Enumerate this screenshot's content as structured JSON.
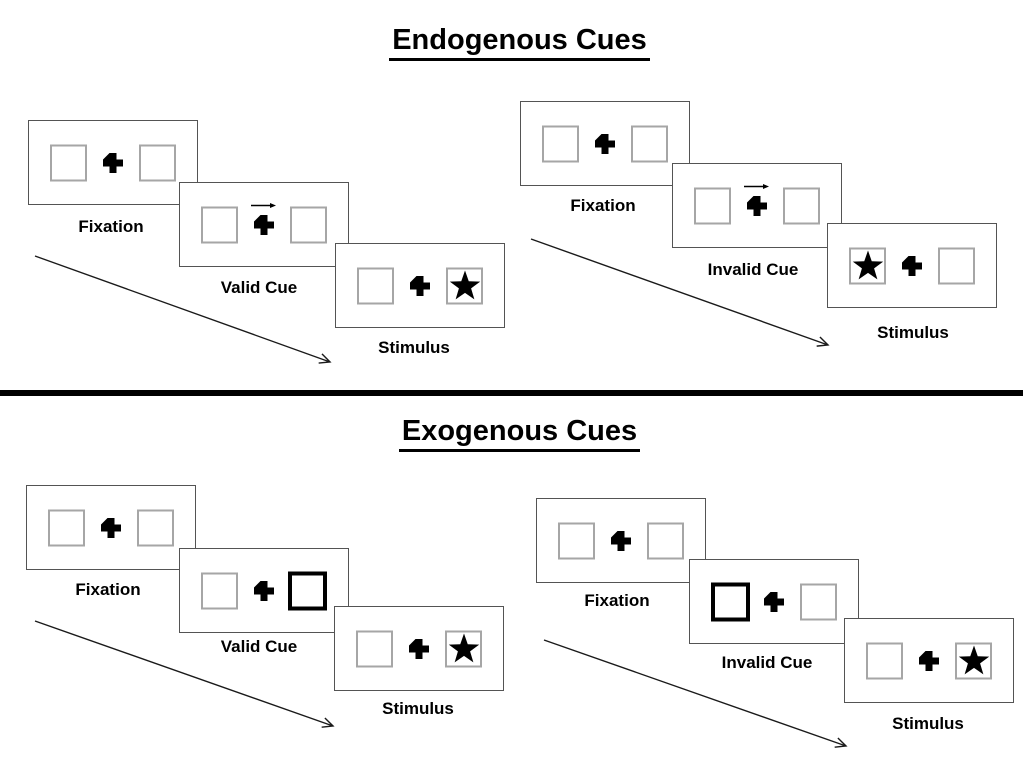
{
  "diagram": {
    "background": "#ffffff",
    "sections": [
      {
        "id": "endogenous",
        "title": "Endogenous Cues",
        "sequences": [
          {
            "id": "endo-valid",
            "cue_validity": "valid",
            "cue_direction": "right",
            "stimulus_side": "right",
            "steps": [
              {
                "label": "Fixation"
              },
              {
                "label": "Valid Cue"
              },
              {
                "label": "Stimulus"
              }
            ]
          },
          {
            "id": "endo-invalid",
            "cue_validity": "invalid",
            "cue_direction": "right",
            "stimulus_side": "left",
            "steps": [
              {
                "label": "Fixation"
              },
              {
                "label": "Invalid Cue"
              },
              {
                "label": "Stimulus"
              }
            ]
          }
        ]
      },
      {
        "id": "exogenous",
        "title": "Exogenous Cues",
        "sequences": [
          {
            "id": "exo-valid",
            "cue_validity": "valid",
            "cue_side": "right",
            "stimulus_side": "right",
            "steps": [
              {
                "label": "Fixation"
              },
              {
                "label": "Valid Cue"
              },
              {
                "label": "Stimulus"
              }
            ]
          },
          {
            "id": "exo-invalid",
            "cue_validity": "invalid",
            "cue_side": "left",
            "stimulus_side": "right",
            "steps": [
              {
                "label": "Fixation"
              },
              {
                "label": "Invalid Cue"
              },
              {
                "label": "Stimulus"
              }
            ]
          }
        ]
      }
    ],
    "icons": {
      "star": "★",
      "fixation_cross": "heavy-plus",
      "cue_arrow": "thin-right-arrow",
      "timeline_arrow": "diagonal-open-arrow"
    },
    "colors": {
      "panel_border": "#545454",
      "placeholder_box_border": "#a6a6a6",
      "cue_box_border": "#000000",
      "divider": "#000000",
      "text": "#000000"
    }
  }
}
